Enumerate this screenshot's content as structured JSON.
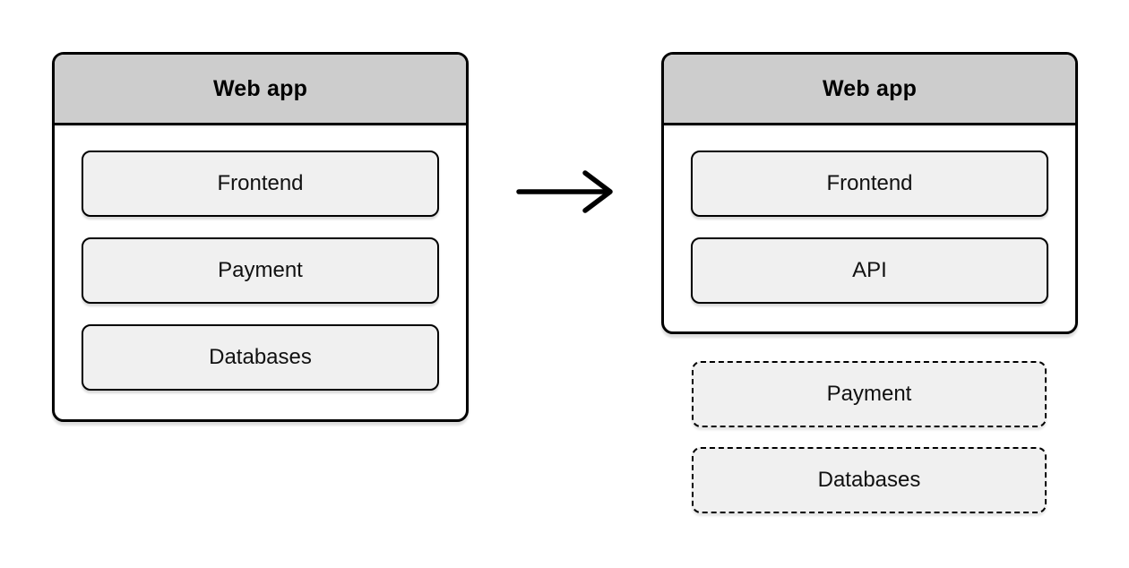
{
  "before_app": {
    "title": "Web app",
    "components": [
      "Frontend",
      "Payment",
      "Databases"
    ]
  },
  "after_app": {
    "title": "Web app",
    "components": [
      "Frontend",
      "API"
    ]
  },
  "removed_components": [
    "Payment",
    "Databases"
  ],
  "icons": {
    "arrow": "right-arrow-icon"
  },
  "colors": {
    "canvas_bg": "#ffffff",
    "header_bg": "#cdcdcd",
    "box_bg": "#f0f0f0",
    "border": "#000000"
  }
}
